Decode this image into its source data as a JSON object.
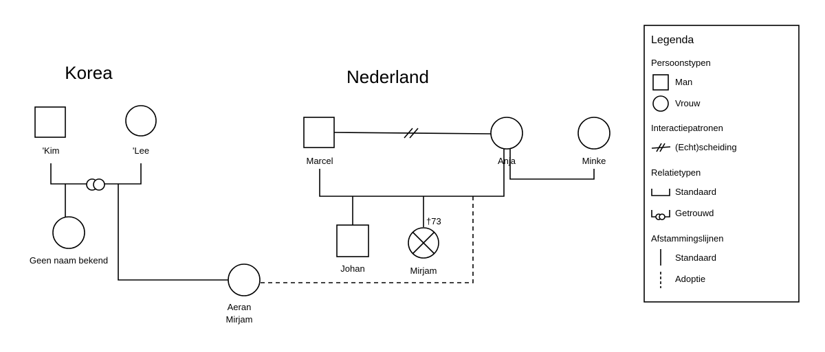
{
  "regions": {
    "korea": "Korea",
    "nederland": "Nederland"
  },
  "people": {
    "kim": "'Kim",
    "lee": "'Lee",
    "geen_naam": "Geen naam bekend",
    "aeran_line1": "Aeran",
    "aeran_line2": "Mirjam",
    "marcel": "Marcel",
    "anja": "Anja",
    "minke": "Minke",
    "johan": "Johan",
    "mirjam": "Mirjam",
    "mirjam_death": "†73"
  },
  "legend": {
    "title": "Legenda",
    "person_types": {
      "heading": "Persoonstypen",
      "man": "Man",
      "vrouw": "Vrouw"
    },
    "interaction": {
      "heading": "Interactiepatronen",
      "divorce": "(Echt)scheiding"
    },
    "relation_types": {
      "heading": "Relatietypen",
      "standard": "Standaard",
      "married": "Getrouwd"
    },
    "descent": {
      "heading": "Afstammingslijnen",
      "standard": "Standaard",
      "adoption": "Adoptie"
    }
  }
}
